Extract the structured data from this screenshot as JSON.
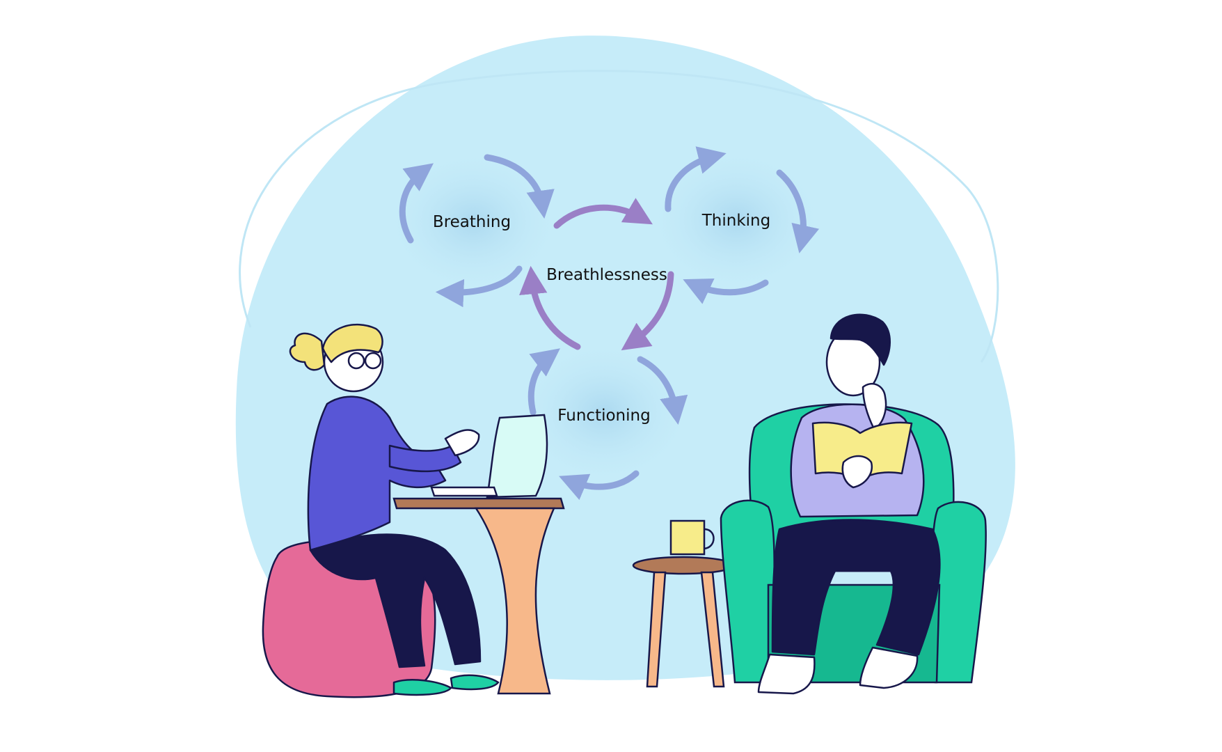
{
  "diagram": {
    "center_label": "Breathlessness",
    "nodes": [
      {
        "id": "breathing",
        "label": "Breathing"
      },
      {
        "id": "thinking",
        "label": "Thinking"
      },
      {
        "id": "functioning",
        "label": "Functioning"
      }
    ]
  },
  "colors": {
    "blob": "#c6ecf9",
    "outline": "#bfe6f5",
    "cycle_arrow": "#8fa5dc",
    "link_arrow": "#9a7fc6",
    "node_glow": "#a9d7ef",
    "woman_top": "#5856d6",
    "woman_hair": "#f3e27a",
    "pouf": "#e56a98",
    "table": "#f7b88a",
    "laptop": "#d8fbf6",
    "armchair": "#1fd0a4",
    "man_sweater": "#b6b3f0",
    "book": "#f7ec8a",
    "trousers": "#17174a"
  },
  "icons": [
    "woman-figure",
    "laptop-icon",
    "man-figure",
    "book-icon",
    "mug-icon",
    "armchair-icon"
  ]
}
